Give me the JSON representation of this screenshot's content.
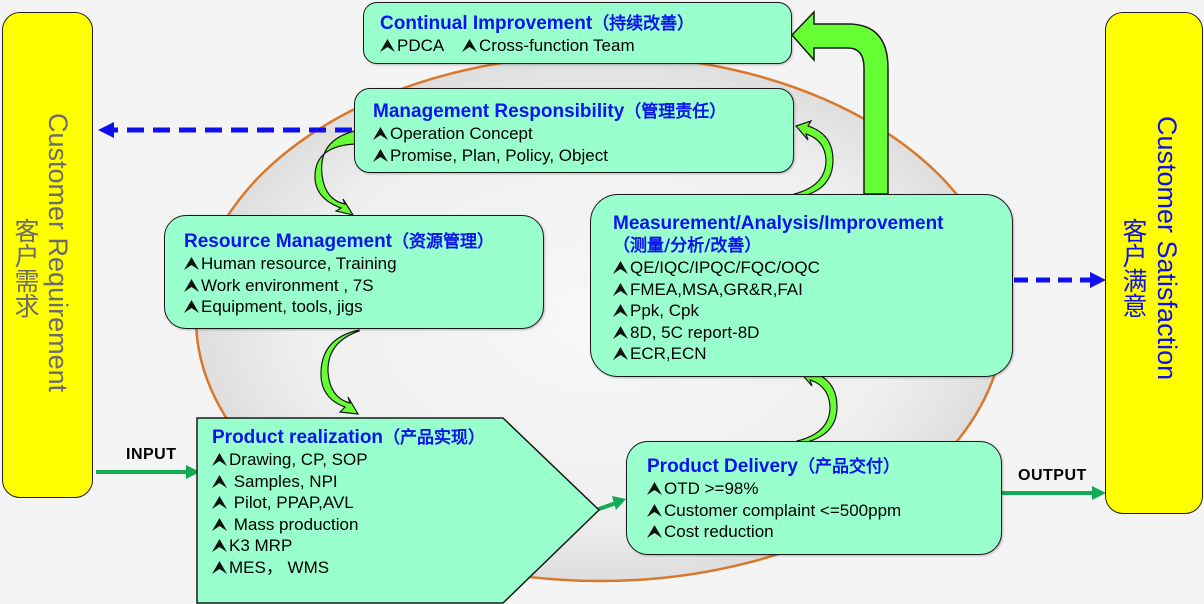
{
  "colors": {
    "box_fill": "#99ffcc",
    "side_fill": "#ffff00",
    "title_blue": "#0a14ee",
    "cycle_orange": "#d9782a",
    "arrow_green": "#66ff33",
    "flow_green": "#11aa55",
    "dashed_blue": "#1010ee",
    "left_side_text": "#6b6b6b",
    "right_side_text": "#1010ee"
  },
  "left_panel": {
    "title_en": "Customer Requirement",
    "title_cn": "客户需求"
  },
  "right_panel": {
    "title_en": "Customer Satisfaction",
    "title_cn": "客户满意"
  },
  "flow_labels": {
    "input": "INPUT",
    "output": "OUTPUT"
  },
  "bullet_icon": "arrowhead-bullet-icon",
  "boxes": {
    "continual_improvement": {
      "title": "Continual Improvement",
      "title_cn": "（持续改善）",
      "items": [
        "PDCA",
        "Cross-function Team"
      ]
    },
    "management_responsibility": {
      "title": "Management Responsibility",
      "title_cn": "（管理责任）",
      "items": [
        "Operation Concept",
        "Promise, Plan, Policy, Object"
      ]
    },
    "resource_management": {
      "title": "Resource Management",
      "title_cn": "（资源管理）",
      "items": [
        "Human resource, Training",
        "Work environment , 7S",
        "Equipment, tools, jigs"
      ]
    },
    "measurement": {
      "title": "Measurement/Analysis/Improvement",
      "title_cn": "（测量/分析/改善）",
      "items": [
        "QE/IQC/IPQC/FQC/OQC",
        "FMEA,MSA,GR&R,FAI",
        "Ppk, Cpk",
        "8D, 5C report-8D",
        "ECR,ECN"
      ]
    },
    "product_realization": {
      "title": "Product realization",
      "title_cn": "（产品实现）",
      "items": [
        "Drawing, CP, SOP",
        " Samples, NPI",
        " Pilot, PPAP,AVL",
        " Mass production",
        "K3 MRP",
        "MES， WMS"
      ]
    },
    "product_delivery": {
      "title": "Product Delivery",
      "title_cn": "（产品交付）",
      "items": [
        "OTD >=98%",
        "Customer complaint <=500ppm",
        "Cost reduction"
      ]
    }
  }
}
